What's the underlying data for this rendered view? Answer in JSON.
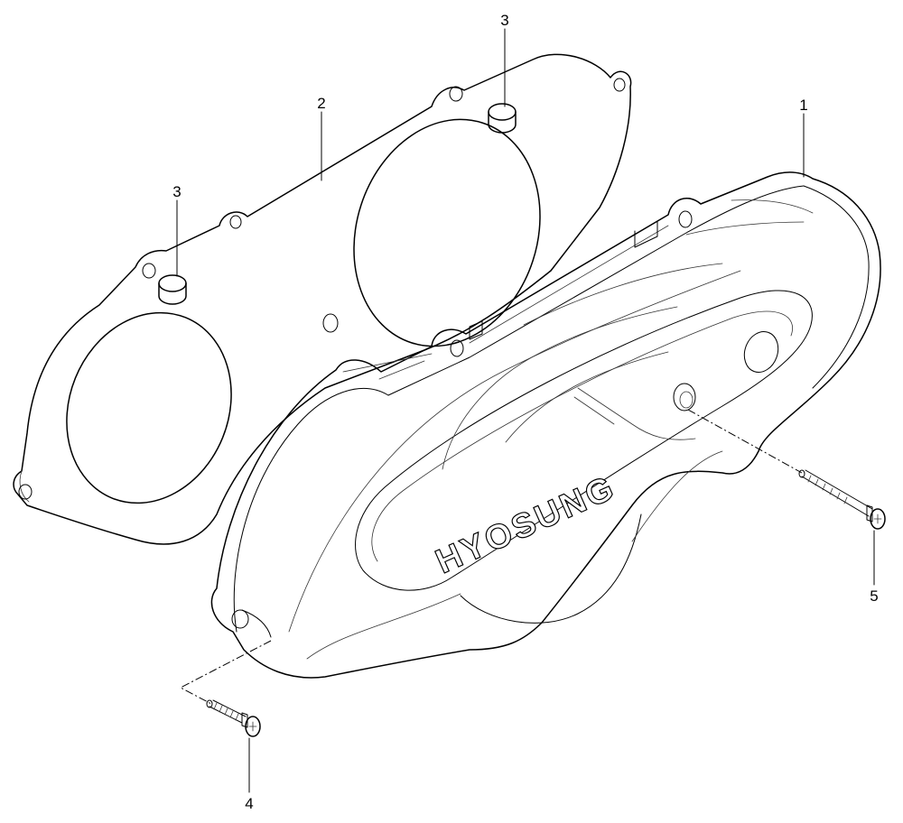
{
  "callouts": [
    {
      "id": "1",
      "label": "1"
    },
    {
      "id": "2",
      "label": "2"
    },
    {
      "id": "3a",
      "label": "3"
    },
    {
      "id": "3b",
      "label": "3"
    },
    {
      "id": "4",
      "label": "4"
    },
    {
      "id": "5",
      "label": "5"
    }
  ],
  "parts": {
    "cover": {
      "brand": "HYOSUNG"
    }
  }
}
